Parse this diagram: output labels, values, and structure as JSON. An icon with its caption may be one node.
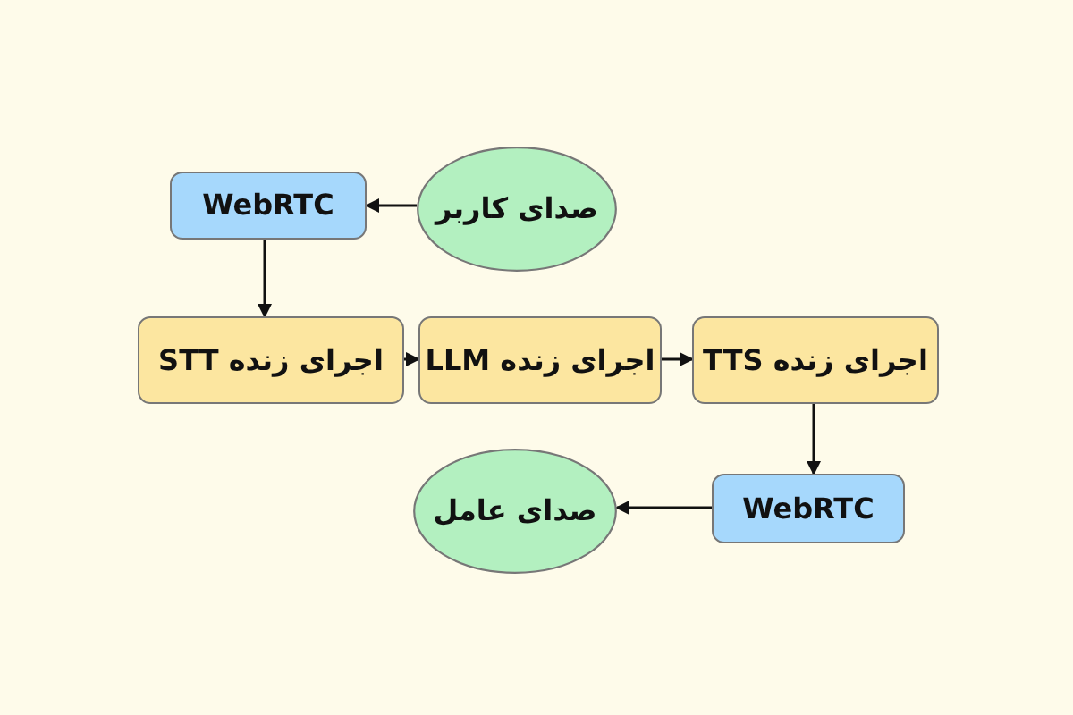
{
  "diagram": {
    "nodes": [
      {
        "text": [
          "صدای کاربر"
        ]
      },
      {
        "text": [
          "WebRTC"
        ]
      },
      {
        "text": [
          "اجرای زنده STT"
        ]
      },
      {
        "text": [
          "اجرای زنده LLM"
        ]
      },
      {
        "text": [
          "اجرای زنده TTS"
        ]
      },
      {
        "text": [
          "WebRTC"
        ]
      },
      {
        "text": [
          "صدای عامل"
        ]
      }
    ],
    "edges": [
      {
        "from": 0,
        "to": 1,
        "arrow": "to"
      },
      {
        "from": 1,
        "to": 2,
        "arrow": "to"
      },
      {
        "from": 2,
        "to": 3,
        "arrow": "to"
      },
      {
        "from": 3,
        "to": 4,
        "arrow": "to"
      },
      {
        "from": 4,
        "to": 5,
        "arrow": "to"
      },
      {
        "from": 5,
        "to": 6,
        "arrow": "to"
      }
    ]
  }
}
